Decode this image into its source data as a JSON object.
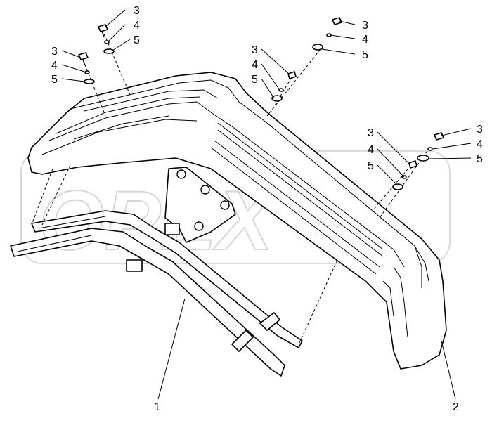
{
  "watermark": {
    "text": "OPEX"
  },
  "callouts": [
    {
      "label": "3"
    },
    {
      "label": "4"
    },
    {
      "label": "5"
    },
    {
      "label": "3"
    },
    {
      "label": "4"
    },
    {
      "label": "5"
    },
    {
      "label": "3"
    },
    {
      "label": "4"
    },
    {
      "label": "5"
    },
    {
      "label": "3"
    },
    {
      "label": "4"
    },
    {
      "label": "5"
    },
    {
      "label": "3"
    },
    {
      "label": "4"
    },
    {
      "label": "5"
    },
    {
      "label": "3"
    },
    {
      "label": "4"
    },
    {
      "label": "5"
    },
    {
      "label": "1"
    },
    {
      "label": "2"
    }
  ]
}
